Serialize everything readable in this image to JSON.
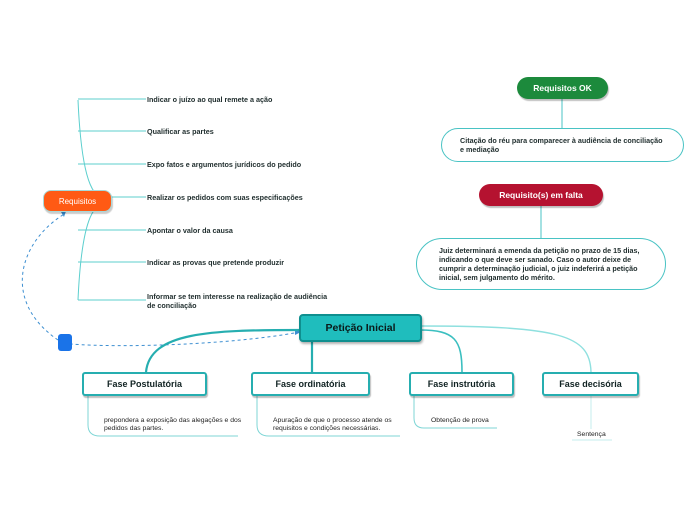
{
  "central": {
    "label": "Petição Inicial"
  },
  "requisitos": {
    "label": "Requisitos",
    "items": [
      "Indicar o juízo ao qual remete a ação",
      "Qualificar as partes",
      "Expo fatos e argumentos jurídicos do pedido",
      "Realizar os pedidos com suas especificações",
      "Apontar o valor da causa",
      "Indicar as provas que pretende produzir",
      "Informar se tem interesse na realização de audiência de conciliação"
    ]
  },
  "requisitos_ok": {
    "label": "Requisitos OK",
    "detail": "Citação do réu para comparecer à audiência de conciliação e mediação"
  },
  "requisitos_falta": {
    "label": "Requisito(s) em falta",
    "detail": "Juiz determinará a emenda da petição no prazo de 15 dias, indicando o que deve ser sanado. Caso o autor deixe de cumprir a determinação judicial, o juiz indeferirá a petição inicial, sem julgamento do mérito."
  },
  "phases": [
    {
      "label": "Fase Postulatória",
      "detail": "prepondera a exposição das alegações e dos pedidos das partes."
    },
    {
      "label": "Fase ordinatória",
      "detail": "Apuração de que o processo atende os requisitos e condições necessárias."
    },
    {
      "label": "Fase instrutória",
      "detail": "Obtenção de prova"
    },
    {
      "label": "Fase decisória",
      "detail": "Sentença"
    }
  ],
  "colors": {
    "teal": "#26aeb0",
    "central_fill": "#1fbdbd",
    "requisitos_fill": "#ff5a14",
    "ok_fill": "#1c8a3c",
    "falta_fill": "#b51230",
    "marker": "#1a73e8"
  }
}
